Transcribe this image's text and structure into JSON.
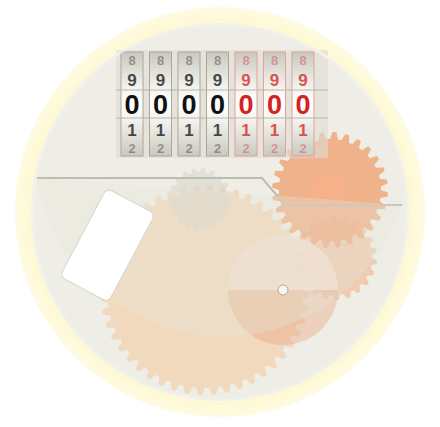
{
  "diagram": {
    "labels": [
      "8",
      "9",
      "0",
      "1",
      "2",
      "8",
      "9",
      "0",
      "1",
      "2",
      "8",
      "9",
      "0",
      "1",
      "2",
      "8",
      "9",
      "0",
      "1",
      "2",
      "8",
      "9",
      "0",
      "1",
      "2",
      "8",
      "9",
      "0",
      "1",
      "2",
      "8",
      "9",
      "0",
      "1",
      "2"
    ]
  }
}
